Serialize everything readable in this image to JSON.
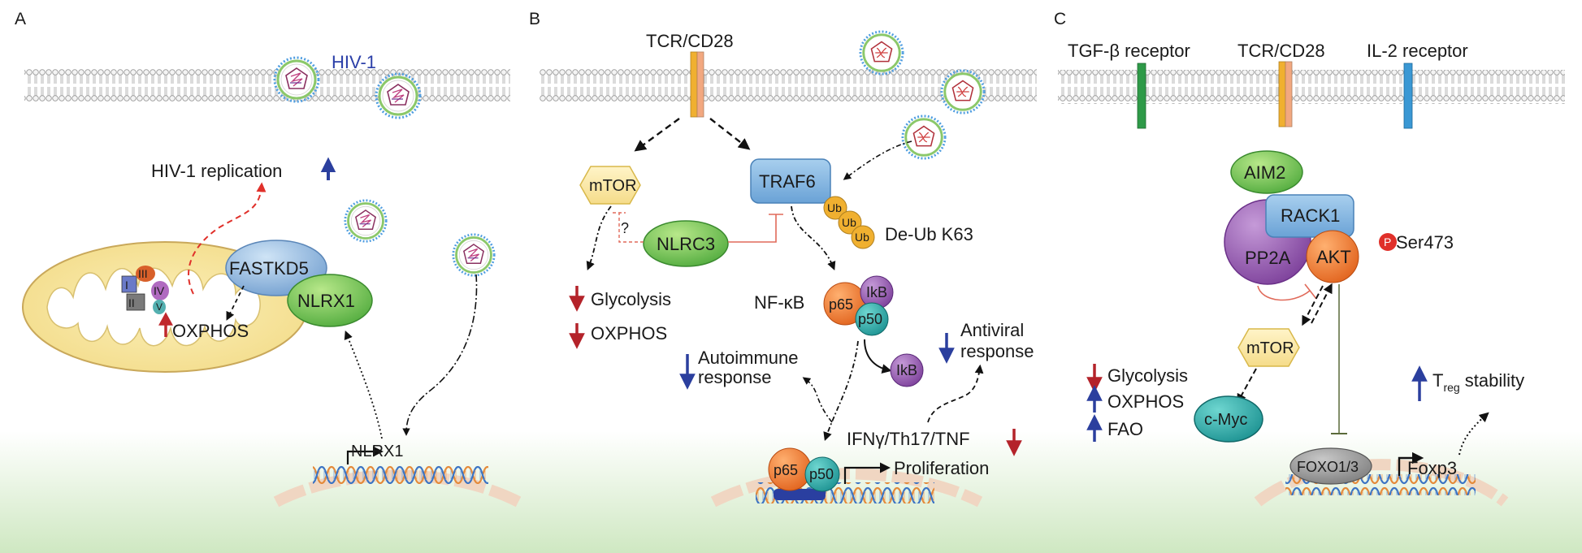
{
  "panels": {
    "a": {
      "label": "A",
      "virus_label": "HIV-1",
      "hiv_replication": "HIV-1 replication",
      "complexes": [
        "I",
        "II",
        "III",
        "IV",
        "V"
      ],
      "fastkd5": "FASTKD5",
      "nlrx1": "NLRX1",
      "oxphos": "OXPHOS",
      "gene": "NLRX1"
    },
    "b": {
      "label": "B",
      "receptor": "TCR/CD28",
      "mtor": "mTOR",
      "traf6": "TRAF6",
      "ub": [
        "Ub",
        "Ub",
        "Ub"
      ],
      "deub": "De-Ub K63",
      "question": "?",
      "nlrc3": "NLRC3",
      "glycolysis": "Glycolysis",
      "oxphos": "OXPHOS",
      "nfkb": "NF-κB",
      "p65": "p65",
      "p50": "p50",
      "ikb": "IkB",
      "antiviral_1": "Antiviral",
      "antiviral_2": "response",
      "autoimmune_1": "Autoimmune",
      "autoimmune_2": "response",
      "cytokines": "IFNγ/Th17/TNF",
      "proliferation": "Proliferation"
    },
    "c": {
      "label": "C",
      "tgfb": "TGF-β receptor",
      "tcr": "TCR/CD28",
      "il2": "IL-2 receptor",
      "aim2": "AIM2",
      "rack1": "RACK1",
      "pp2a": "PP2A",
      "akt": "AKT",
      "phospho": "P",
      "ser473": "Ser473",
      "mtor": "mTOR",
      "cmyc": "c-Myc",
      "glycolysis": "Glycolysis",
      "oxphos": "OXPHOS",
      "fao": "FAO",
      "treg_t": "T",
      "treg_sub": "reg",
      "treg_rest": " stability",
      "foxo": "FOXO1/3",
      "foxp3": "Foxp3"
    }
  },
  "colors": {
    "up_red": "#c0282d",
    "down_red": "#b4232a",
    "up_blue": "#2b3f9e",
    "inhibit": "#e06a5a",
    "tgfb_bar": "#2e9a48",
    "tcr_bar_1": "#f0b030",
    "tcr_bar_2": "#f2a880",
    "il2_bar": "#3a98d4"
  }
}
